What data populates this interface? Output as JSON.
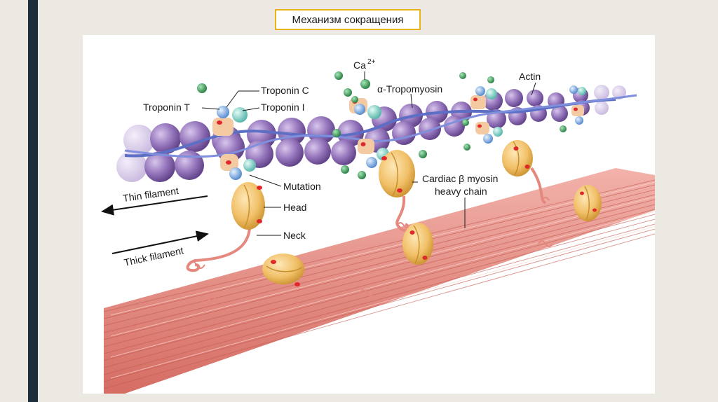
{
  "slide": {
    "title": "Механизм сокращения"
  },
  "diagram": {
    "labels": {
      "ca": "Ca",
      "ca_sup": "2+",
      "tropomyosin": "α-Tropomyosin",
      "actin": "Actin",
      "troponin_c": "Troponin C",
      "troponin_i": "Troponin I",
      "troponin_t": "Troponin T",
      "mutation": "Mutation",
      "head": "Head",
      "neck": "Neck",
      "myosin_line1": "Cardiac β myosin",
      "myosin_line2": "heavy chain",
      "thin_filament": "Thin filament",
      "thick_filament": "Thick filament"
    },
    "colors": {
      "actin": "#8e6bb2",
      "tropomyosin": "#5c6fc4",
      "troponin_c": "#7fd3c8",
      "troponin_i": "#7aa8e0",
      "troponin_t": "#f3caa2",
      "calcium": "#3aa05a",
      "myosin_fiber": "#e5887e",
      "myosin_head": "#f2c46a",
      "mutation_dot": "#e0282a",
      "slide_bar": "#1e2d3c",
      "title_border": "#e8b418"
    }
  }
}
